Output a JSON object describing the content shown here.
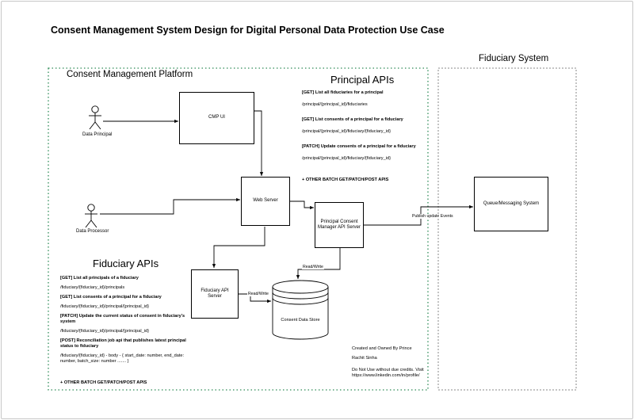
{
  "title": "Consent Management System Design for Digital Personal Data Protection Use Case",
  "regions": {
    "cmp": "Consent Management Platform",
    "fiduciary": "Fiduciary System"
  },
  "actors": {
    "data_principal": "Data Principal",
    "data_processor": "Data Processor"
  },
  "nodes": {
    "cmp_ui": "CMP UI",
    "web_server": "Web Server",
    "principal_consent_manager": "Principal Consent Manager API Server",
    "fiduciary_api_server": "Fiduciary API Server",
    "consent_data_store": "Consent Data Store",
    "queue": "Queue/Messaging System"
  },
  "edge_labels": {
    "publish": "Publish update Events",
    "read_write_1": "Read/Write",
    "read_write_2": "Read/Write"
  },
  "principal_apis": {
    "heading": "Principal APIs",
    "items": [
      {
        "method": "[GET] List all fiduciaries for a principal",
        "path": "/principal/{principal_id}/fiduciaries"
      },
      {
        "method": "[GET] List consents of a principal for a fiduciary",
        "path": "/principal/{principal_id}/fiduciary/{fiduciary_id}"
      },
      {
        "method": "[PATCH] Update consents of a principal for a fiduciary",
        "path": "/principal/{principal_id}/fiduciary/{fiduciary_id}"
      }
    ],
    "other": "+ OTHER BATCH GET/PATCH/POST APIS"
  },
  "fiduciary_apis": {
    "heading": "Fiduciary APIs",
    "items": [
      {
        "method": "[GET] List all principals of a fiduciary",
        "path": "/fiduciary/{fiduciary_id}/principals"
      },
      {
        "method": "[GET] List consents of a principal for a fiduciary",
        "path": "/fiduciary/{fiduciary_id}/principal/{principal_id}"
      },
      {
        "method": "[PATCH] Update the current status of consent in fiduciary's system",
        "path": "/fiduciary/{fiduciary_id}/principal/{principal_id}"
      },
      {
        "method": "[POST] Reconciliation job api that publishes latest principal status to fiduciary",
        "path": "/fiduciary/{fiduciary_id} - body - { start_date: number, end_date: number, batch_size: number ....... }"
      }
    ],
    "other": "+ OTHER BATCH GET/PATCH/POST APIS"
  },
  "credits": {
    "line1": "Created and Owned By Prince",
    "line2": "Rachit Sinha",
    "line3": "Do Not Use without due credits. Visit https://www.linkedin.com/in/profile/"
  }
}
